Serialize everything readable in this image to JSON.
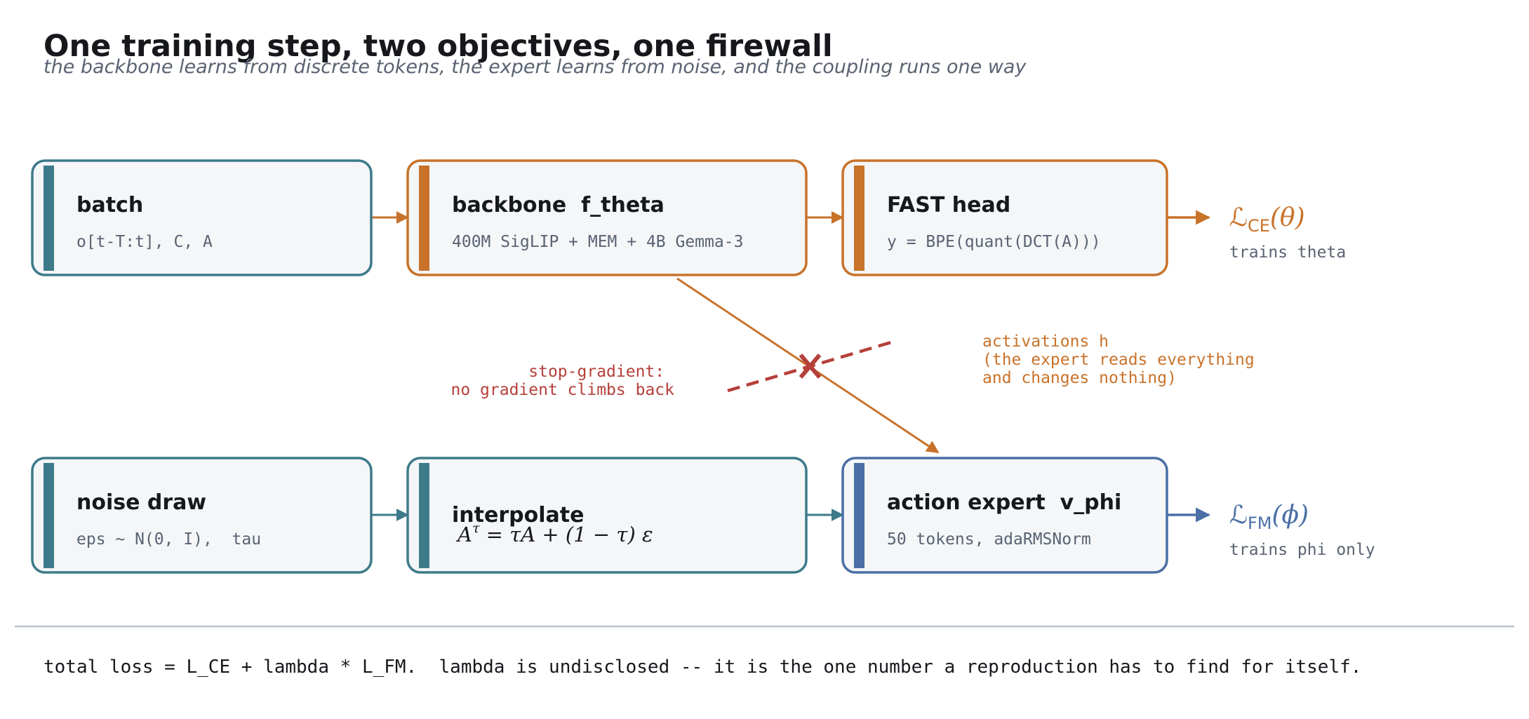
{
  "header": {
    "title": "One training step, two objectives, one firewall",
    "subtitle": "the backbone learns from discrete tokens, the expert learns from noise, and the coupling runs one way"
  },
  "colors": {
    "teal": "#3d7a8a",
    "orange": "#c8722a",
    "blue": "#4a6fa5",
    "red": "#b5403a",
    "box_fill": "#f4f6f8",
    "title_text": "#16181c",
    "muted_text": "#5a6373"
  },
  "nodes": {
    "batch": {
      "title": "batch",
      "detail": "o[t-T:t], C, A"
    },
    "backbone": {
      "title": "backbone  f_theta",
      "detail": "400M SigLIP + MEM + 4B Gemma-3"
    },
    "fast_head": {
      "title": "FAST head",
      "detail": "y = BPE(quant(DCT(A)))"
    },
    "noise_draw": {
      "title": "noise draw",
      "detail": "eps ~ N(0, I),  tau"
    },
    "interpolate": {
      "title": "interpolate",
      "formula_lhs": "A",
      "formula_sup": "τ",
      "formula_rhs": " = τA + (1 − τ) ε"
    },
    "action_expert": {
      "title": "action expert  v_phi",
      "detail": "50 tokens, adaRMSNorm"
    }
  },
  "losses": {
    "ce": {
      "symbol": "ℒ",
      "subscript": "CE",
      "arg": "(θ)",
      "caption": "trains theta"
    },
    "fm": {
      "symbol": "ℒ",
      "subscript": "FM",
      "arg": "(ϕ)",
      "caption": "trains phi only"
    }
  },
  "annotations": {
    "stop_gradient": [
      "stop-gradient:",
      "no gradient climbs back"
    ],
    "activations": [
      "activations h",
      "(the expert reads everything",
      "and changes nothing)"
    ]
  },
  "footer": {
    "text": "total loss = L_CE + lambda * L_FM.  lambda is undisclosed -- it is the one number a reproduction has to find for itself."
  }
}
